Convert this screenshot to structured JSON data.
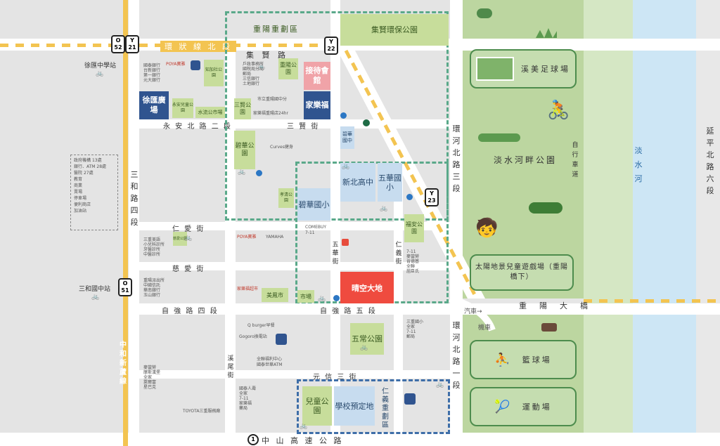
{
  "roads": {
    "huanzhuang_n": "環 狀 線 北 段",
    "jixian": "集 賢 路",
    "sanxian": "三 賢 街",
    "yongan_n2": "永 安 北 路 二 段",
    "renai": "仁 愛 街",
    "ciai": "慈 愛 街",
    "ziqiang4": "自 強 路 四 段",
    "ziqiang5": "自 強 路 五 段",
    "yuanxin3": "元 信 三 街",
    "zhongshan_fwy": "中 山 高 速 公 路",
    "sanhe4": "三和路四段",
    "huanhe_n3": "環河北路三段",
    "huanhe_n1": "環河北路一段",
    "yanping_n6": "延平北路六段",
    "xiwei": "溪尾街",
    "wuhua": "五華街",
    "renyi": "仁義街",
    "chongyang_bridge": "重陽大橋",
    "zhonghe_xinlu": "中和新蘆線",
    "river": "淡水河",
    "bike_path": "自行車道"
  },
  "areas": {
    "chongyang_zone": "重陽重劃區",
    "renyi_zone": "仁義重劃區",
    "jixian_park": "集賢環保公園",
    "xuhui_plaza": "徐匯廣場",
    "yongan_park": "永安兒童公園",
    "shuiliu_park": "水流公市場",
    "zhijia_park": "知加社公園",
    "chongyang_park": "重陽公園",
    "sample_house": "接待會館",
    "carrefour_home": "家樂福",
    "sanxian_park": "三賢公園",
    "bihua_park": "碧華公園",
    "bihua_jh": "碧華國中",
    "bihua_es": "碧華國小",
    "xinbei_hs": "新北高中",
    "wuhua_es": "五華國小",
    "fuan_park": "福安公園",
    "xiaoqing_park": "孝清公園",
    "wuchang_park": "五常公園",
    "kid_park": "兒童公園",
    "school_site": "學校預定地",
    "red_land": "晴空大地",
    "market": "市場",
    "meifeng_park": "美鳳市",
    "ciai_park": "慈愛公園"
  },
  "riverside": {
    "park_name": "淡水河畔公園",
    "soccer": "溪美足球場",
    "playground": "太陽地景兒童遊戲場（重陽橋下）",
    "basketball": "籃球場",
    "sports": "運動場"
  },
  "stations": {
    "xuhui_station": "徐匯中學站",
    "sanhe_station": "三和國中站",
    "y21_top": "O",
    "y21_nums": [
      "52",
      "21"
    ],
    "o52": "O",
    "y21": "Y",
    "y22": "Y\n22",
    "y23": "Y\n23",
    "o51": "O\n51",
    "fwy_num": "1"
  },
  "legend": {
    "items": [
      {
        "label": "政府機構",
        "count": "13處"
      },
      {
        "label": "銀行、ATM",
        "count": "28處"
      },
      {
        "label": "醫院",
        "count": "27處"
      },
      {
        "label": "教育",
        "count": ""
      },
      {
        "label": "商業",
        "count": ""
      },
      {
        "label": "賣場",
        "count": ""
      },
      {
        "label": "停車場",
        "count": ""
      },
      {
        "label": "便利商店",
        "count": ""
      },
      {
        "label": "加油站",
        "count": ""
      }
    ]
  },
  "traffic": {
    "car": "汽車→",
    "moto": "機車"
  },
  "poi": {
    "poya1": "POYA寶雅",
    "poya2": "POYA寶雅",
    "carrefour_s": "家樂福超市",
    "yamaha": "YAMAHA",
    "comebuy": "COMEBUY",
    "seven": "7-11",
    "burger": "Q burger早餐",
    "gogoro": "Gogoro換電站",
    "toyota": "TOYOTA三重服務廠",
    "city_hall": "市立重陽國中分",
    "carrefour_24": "家樂福重陽店24hr",
    "curves": "Curves健身",
    "quanlian": "全聯福利中心",
    "cathay": "國泰世華ATM",
    "jixian_list": [
      "戶政事務所",
      "國稅局分局",
      "郵局",
      "三信銀行",
      "土地銀行"
    ],
    "xuhui_list": [
      "國泰銀行",
      "台新銀行",
      "第一銀行",
      "元大銀行"
    ],
    "yongan_list": [
      "重陽派出所",
      "中國信託",
      "華南銀行",
      "玉山銀行"
    ],
    "renai_list": [
      "三重美語",
      "小兒科診所",
      "牙醫診所",
      "中醫診所"
    ],
    "ziqiang_list": [
      "麥當勞",
      "摩斯漢堡",
      "全家",
      "萊爾富",
      "星巴克"
    ],
    "xiwei_list": [
      "國泰人壽",
      "全家",
      "7-11",
      "家樂福",
      "藥局"
    ],
    "renyi_list": [
      "7-11",
      "麥當勞",
      "肯德基",
      "全聯",
      "屈臣氏"
    ],
    "yuanxin_list": [
      "三重國小",
      "全家",
      "7-11",
      "郵局"
    ]
  }
}
